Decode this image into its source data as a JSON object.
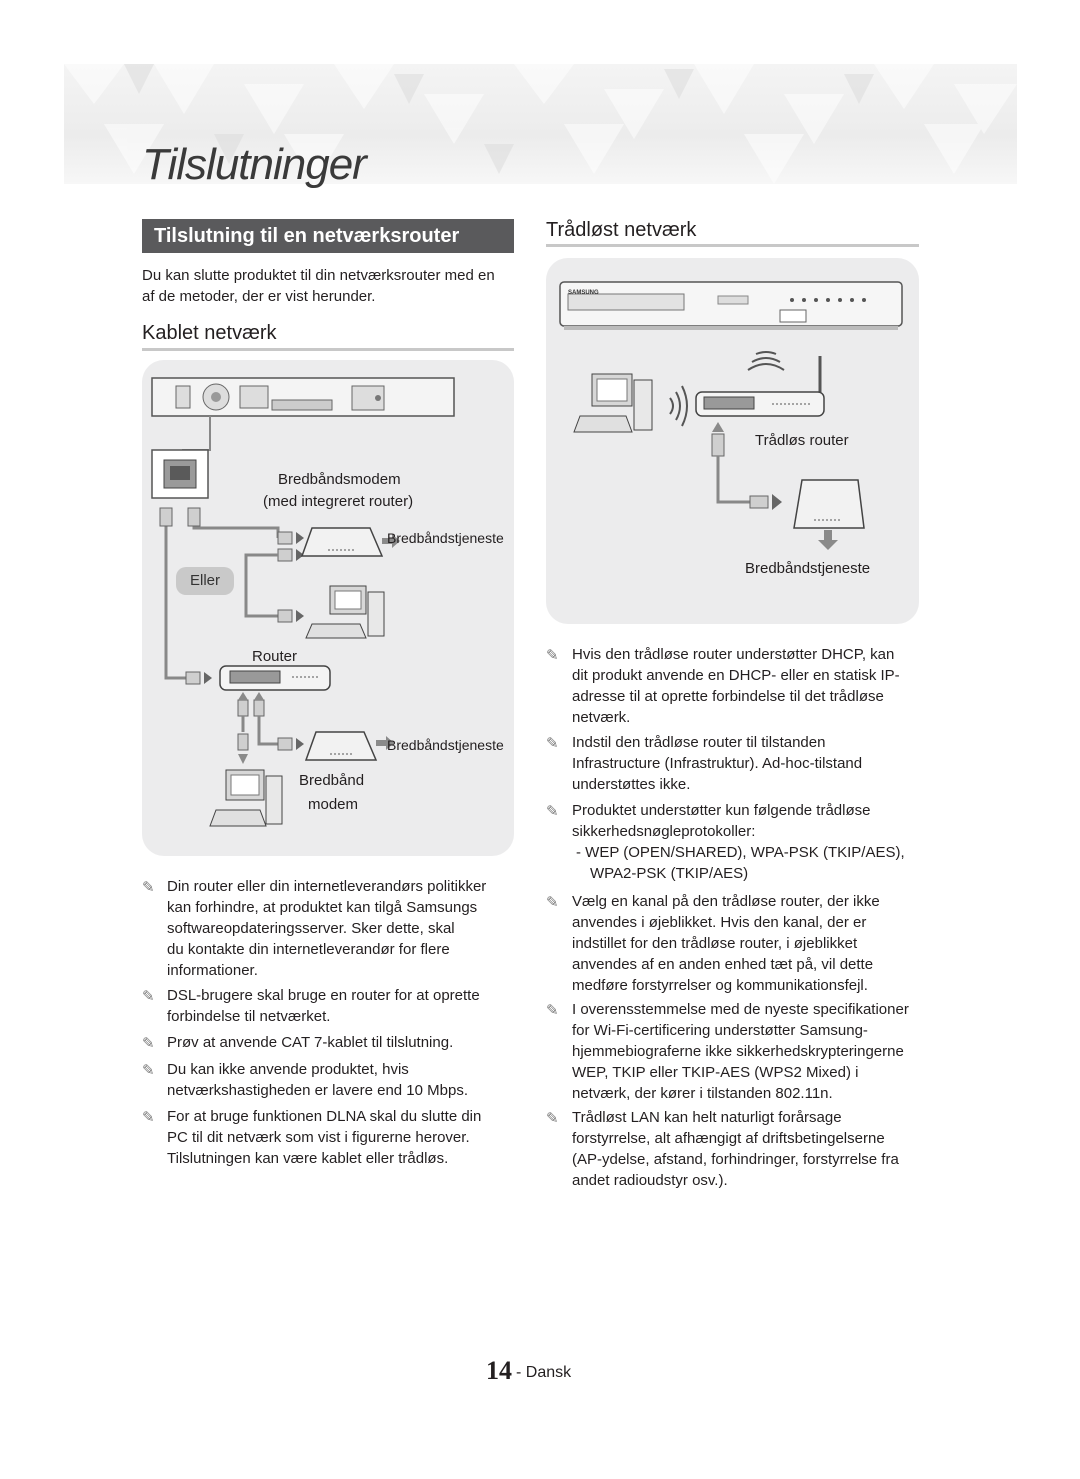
{
  "chapter_title": "Tilslutninger",
  "section_title": "Tilslutning til en netværksrouter",
  "intro": [
    "Du kan slutte produktet til din netværksrouter med en",
    "af de metoder, der er vist herunder."
  ],
  "wired": {
    "heading": "Kablet netværk",
    "modem_label": [
      "Bredbåndsmodem",
      "(med integreret router)"
    ],
    "service_label_1": "Bredbåndstjeneste",
    "or_label": "Eller",
    "router_label": "Router",
    "service_label_2": "Bredbåndstjeneste",
    "modem2_label": [
      "Bredbånd",
      "modem"
    ]
  },
  "wireless": {
    "heading": "Trådløst netværk",
    "device_brand": "SAMSUNG",
    "router_label": "Trådløs router",
    "service_label": "Bredbåndstjeneste"
  },
  "notes_left": [
    [
      "Din router eller din internetleverandørs politikker",
      "kan forhindre, at produktet kan tilgå Samsungs",
      "softwareopdateringsserver. Sker dette, skal",
      "du kontakte din internetleverandør for flere",
      "informationer."
    ],
    [
      "DSL-brugere skal bruge en router for at oprette",
      "forbindelse til netværket."
    ],
    [
      "Prøv at anvende CAT 7-kablet til tilslutning."
    ],
    [
      "Du kan ikke anvende produktet, hvis",
      "netværkshastigheden er lavere end 10 Mbps."
    ],
    [
      "For at bruge funktionen DLNA skal du slutte din",
      "PC til dit netværk som vist i figurerne herover.",
      "Tilslutningen kan være kablet eller trådløs."
    ]
  ],
  "notes_right": [
    [
      "Hvis den trådløse router understøtter DHCP, kan",
      "dit produkt anvende en DHCP- eller en statisk IP-",
      "adresse til at oprette forbindelse til det trådløse",
      "netværk."
    ],
    [
      "Indstil den trådløse router til tilstanden",
      "Infrastructure (Infrastruktur). Ad-hoc-tilstand",
      "understøttes ikke."
    ],
    [
      "Produktet understøtter kun følgende trådløse",
      "sikkerhedsnøgleprotokoller:"
    ],
    [
      "Vælg en kanal på den trådløse router, der ikke",
      "anvendes i øjeblikket. Hvis den kanal, der er",
      "indstillet for den trådløse router, i øjeblikket",
      "anvendes af en anden enhed tæt på, vil dette",
      "medføre forstyrrelser og kommunikationsfejl."
    ],
    [
      "I overensstemmelse med de nyeste specifikationer",
      "for Wi-Fi-certificering understøtter Samsung-",
      "hjemmebiograferne ikke sikkerhedskrypteringerne",
      "WEP, TKIP eller TKIP-AES (WPS2 Mixed) i",
      "netværk, der kører i tilstanden 802.11n."
    ],
    [
      "Trådløst LAN kan helt naturligt forårsage",
      "forstyrrelse, alt afhængigt af driftsbetingelserne",
      "(AP-ydelse, afstand, forhindringer, forstyrrelse fra",
      "andet radioudstyr osv.)."
    ]
  ],
  "protocols": [
    "-  WEP (OPEN/SHARED), WPA-PSK (TKIP/AES),",
    "WPA2-PSK (TKIP/AES)"
  ],
  "note_icon": "pencil-note-icon",
  "page_number": "14",
  "language": "- Dansk"
}
